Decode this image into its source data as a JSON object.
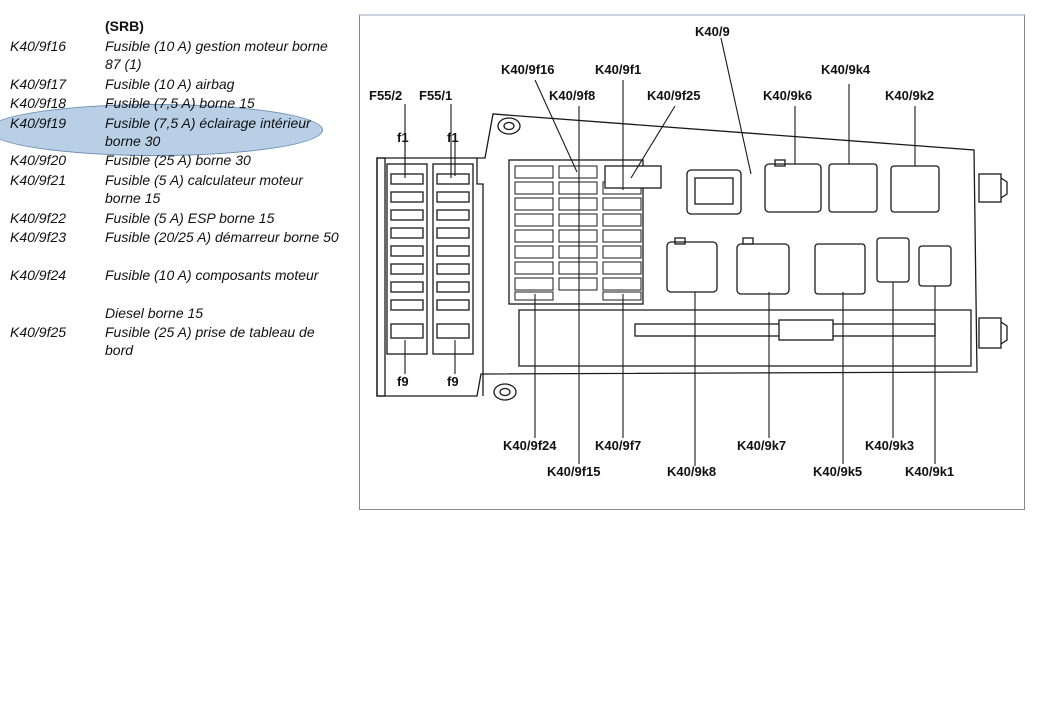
{
  "legend": {
    "header": "(SRB)",
    "rows": [
      {
        "code": "K40/9f16",
        "desc": "Fusible (10 A) gestion moteur borne 87 (1)"
      },
      {
        "code": "K40/9f17",
        "desc": "Fusible (10 A) airbag"
      },
      {
        "code": "K40/9f18",
        "desc": "Fusible (7,5 A) borne 15"
      },
      {
        "code": "K40/9f19",
        "desc": "Fusible (7,5 A) éclairage intérieur borne 30"
      },
      {
        "code": "K40/9f20",
        "desc": "Fusible (25 A) borne 30"
      },
      {
        "code": "K40/9f21",
        "desc": "Fusible (5 A) calculateur moteur borne 15"
      },
      {
        "code": "K40/9f22",
        "desc": "Fusible (5 A) ESP borne 15"
      },
      {
        "code": "K40/9f23",
        "desc": "Fusible (20/25 A) démarreur borne 50"
      },
      {
        "code": "K40/9f24",
        "desc": "Fusible (10 A) composants moteur"
      },
      {
        "code": "",
        "desc": "Diesel borne 15"
      },
      {
        "code": "K40/9f25",
        "desc": "Fusible (25 A) prise de tableau de bord"
      }
    ],
    "highlight_color": "#b9cfe6"
  },
  "diagram": {
    "labels": {
      "k409": "K40/9",
      "f16": "K40/9f16",
      "f1": "K40/9f1",
      "k4": "K40/9k4",
      "f552": "F55/2",
      "f551": "F55/1",
      "f8": "K40/9f8",
      "f25": "K40/9f25",
      "k6": "K40/9k6",
      "k2": "K40/9k2",
      "fuse_f1_a": "f1",
      "fuse_f1_b": "f1",
      "fuse_f9_a": "f9",
      "fuse_f9_b": "f9",
      "f24": "K40/9f24",
      "f7": "K40/9f7",
      "k7": "K40/9k7",
      "k3": "K40/9k3",
      "f15": "K40/9f15",
      "k8": "K40/9k8",
      "k5": "K40/9k5",
      "k1": "K40/9k1"
    }
  }
}
